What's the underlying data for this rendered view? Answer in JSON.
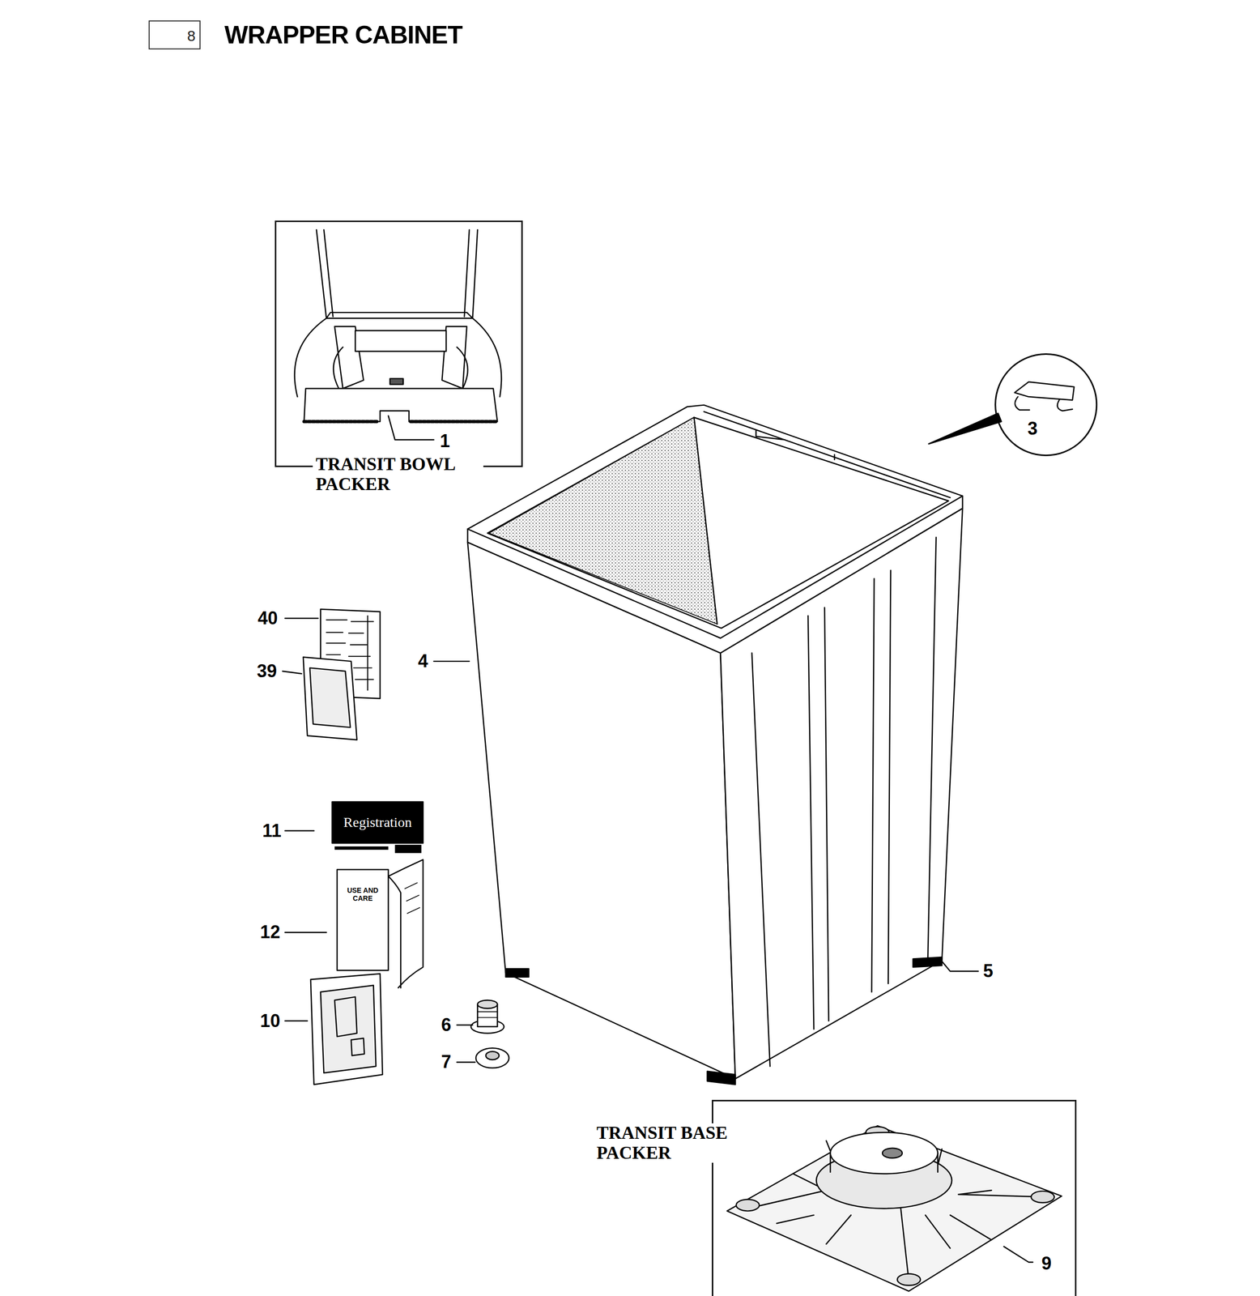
{
  "diagram": {
    "title": "WRAPPER CABINET",
    "nodes": [
      {
        "text": [
          "8"
        ]
      },
      {
        "text": [
          "TRANSIT BOWL PACKER",
          "1"
        ]
      },
      {
        "text": [
          "3"
        ]
      },
      {
        "text": [
          "TRANSIT BASE PACKER",
          "9"
        ]
      }
    ],
    "labels": [
      "40",
      "39",
      "4",
      "11",
      "12",
      "10",
      "6",
      "7",
      "5",
      "Registration",
      "USE AND CARE"
    ]
  }
}
